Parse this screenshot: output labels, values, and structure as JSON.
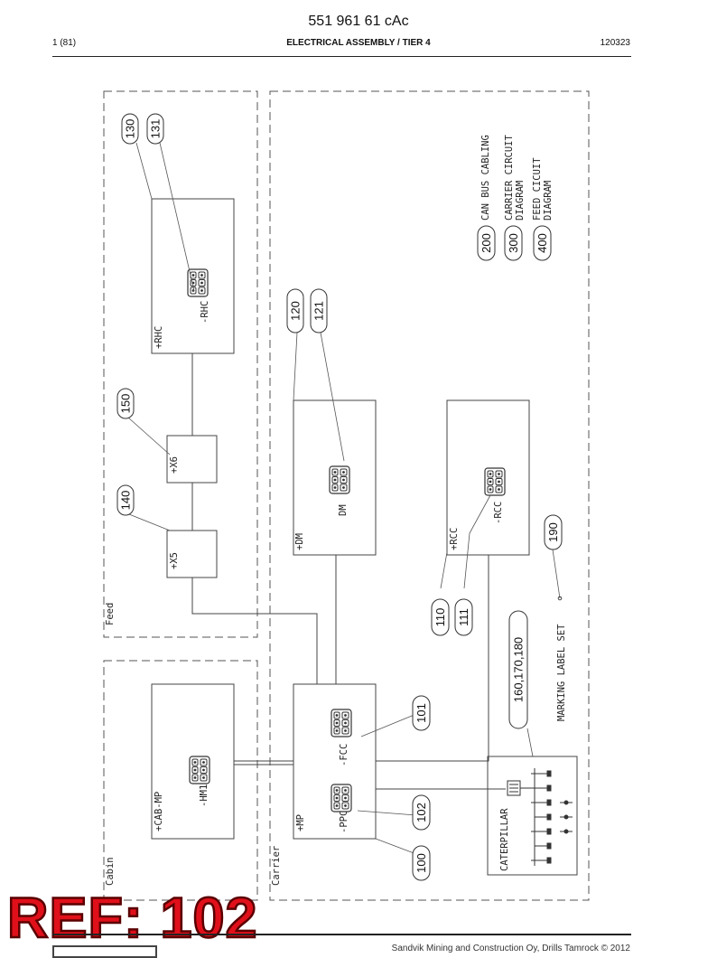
{
  "header": {
    "doc_number": "551 961 61 cAc",
    "page": "1 (81)",
    "title": "ELECTRICAL ASSEMBLY / TIER 4",
    "date_code": "120323"
  },
  "zones": {
    "feed": "Feed",
    "cabin": "Cabin",
    "carrier": "Carrier"
  },
  "units": {
    "rhc_box": "+RHC",
    "rhc_module": "-RHC",
    "x6": "+X6",
    "x5": "+X5",
    "dm_box": "+DM",
    "dm_module": "DM",
    "rcc_box": "+RCC",
    "rcc_module": "-RCC",
    "cab_mp": "+CAB-MP",
    "hm1": "-HM1",
    "mp": "+MP",
    "fcc": "-FCC",
    "ppc": "-PPC",
    "caterpillar": "CATERPILLAR"
  },
  "legend": {
    "can_bus": "CAN BUS CABLING",
    "carrier_circuit_1": "CARRIER CIRCUIT",
    "carrier_circuit_2": "DIAGRAM",
    "feed_circuit_1": "FEED CICUIT",
    "feed_circuit_2": "DIAGRAM",
    "marking_label": "MARKING LABEL SET"
  },
  "callouts": {
    "c130": "130",
    "c131": "131",
    "c150": "150",
    "c140": "140",
    "c120": "120",
    "c121": "121",
    "c200": "200",
    "c300": "300",
    "c400": "400",
    "c190": "190",
    "c110": "110",
    "c111": "111",
    "c160": "160,170,180",
    "c101": "101",
    "c102": "102",
    "c100": "100"
  },
  "stamp": "REF: 102",
  "footer": {
    "copyright": "Sandvik Mining and Construction Oy, Drills Tamrock © 2012"
  },
  "colors": {
    "stamp_fill": "#e0101a",
    "stamp_outline": "#5a0000",
    "line": "#444444"
  }
}
